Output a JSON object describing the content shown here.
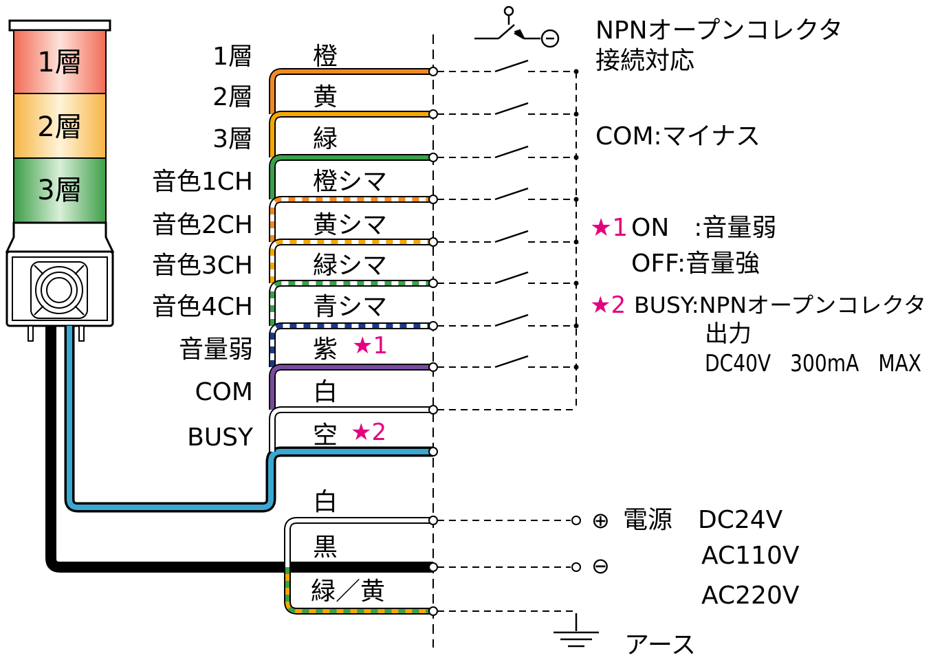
{
  "tower": {
    "tiers": [
      {
        "label": "1層",
        "color": "#f08070"
      },
      {
        "label": "2層",
        "color": "#f5c060"
      },
      {
        "label": "3層",
        "color": "#4caf50"
      }
    ]
  },
  "functions": [
    "1層",
    "2層",
    "3層",
    "音色1CH",
    "音色2CH",
    "音色3CH",
    "音色4CH",
    "音量弱",
    "COM",
    "BUSY"
  ],
  "wires": [
    {
      "color_name": "橙",
      "base": "#ffffff",
      "stripe": "#f08a24",
      "solid": true
    },
    {
      "color_name": "黄",
      "base": "#ffffff",
      "stripe": "#f5a800",
      "solid": true
    },
    {
      "color_name": "緑",
      "base": "#ffffff",
      "stripe": "#3aa04a",
      "solid": true
    },
    {
      "color_name": "橙シマ",
      "base": "#ffffff",
      "stripe": "#f08a24",
      "solid": false
    },
    {
      "color_name": "黄シマ",
      "base": "#ffffff",
      "stripe": "#f5a800",
      "solid": false
    },
    {
      "color_name": "緑シマ",
      "base": "#ffffff",
      "stripe": "#3aa04a",
      "solid": false
    },
    {
      "color_name": "青シマ",
      "base": "#ffffff",
      "stripe": "#1a3a8a",
      "solid": false
    },
    {
      "color_name": "紫",
      "mark": "★1",
      "base": "#ffffff",
      "stripe": "#7a4aa0",
      "solid": true
    },
    {
      "color_name": "白",
      "base": "#ffffff",
      "stripe": "#ffffff",
      "solid": true
    },
    {
      "color_name": "空",
      "mark": "★2",
      "base": "#ffffff",
      "stripe": "#3aa8d0",
      "solid": true
    }
  ],
  "power_wires": [
    {
      "color_name": "白",
      "stripe": "#ffffff",
      "solid": true
    },
    {
      "color_name": "黒",
      "stripe": "#000000",
      "solid": true
    },
    {
      "color_name": "緑／黄",
      "stripe": "#3aa04a",
      "stripe2": "#f5a800",
      "solid": false
    }
  ],
  "npn": {
    "line1": "NPNオープンコレクタ",
    "line2": "接続対応"
  },
  "com_note": "COM:マイナス",
  "note1": {
    "star": "★1",
    "line1": "ON　:音量弱",
    "line2": "OFF:音量強"
  },
  "note2": {
    "star": "★2",
    "line1": "BUSY:NPNオープンコレクタ",
    "line2": "出力",
    "line3": "DC40V　300mA　MAX"
  },
  "power": {
    "plus": "⊕",
    "minus": "⊖",
    "label": "電源",
    "v1": "DC24V",
    "v2": "AC110V",
    "v3": "AC220V"
  },
  "earth": "アース",
  "colors": {
    "black": "#000000",
    "magenta": "#e4007f",
    "cable_blue": "#3aa8d0"
  }
}
